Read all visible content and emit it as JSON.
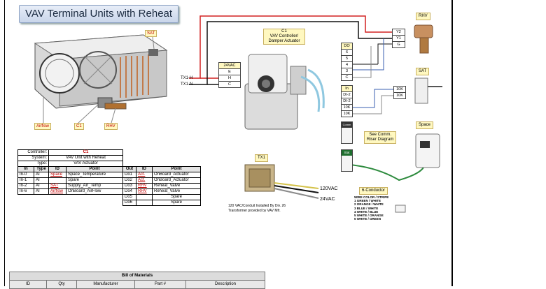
{
  "title": "VAV Terminal Units with Reheat",
  "unit_callouts": {
    "sat": "SAT",
    "airflow": "Airflow",
    "c1": "C1",
    "rhv": "RHV"
  },
  "controller_box": {
    "id": "C1",
    "desc1": "VAV Controller/",
    "desc2": "Damper Actuator"
  },
  "power_terminal": {
    "header": "24VAC",
    "terms": [
      "E",
      "H",
      "C"
    ]
  },
  "tx_labels": {
    "h": "TX1-H",
    "n": "TX1-N"
  },
  "do_terminal": {
    "header": "DO",
    "terms": [
      "6",
      "5",
      "4",
      "3",
      "C"
    ]
  },
  "ai_terminal": {
    "header": "In",
    "terms": [
      "DI-2",
      "DI-2",
      "10K",
      "10K"
    ]
  },
  "comm_terminal": {
    "header": "Comm",
    "note1": "See Comm.",
    "note2": "Riser Diagram"
  },
  "stat_terminal": {
    "header": "Stat"
  },
  "rhv_device": {
    "label": "RHV",
    "terms": [
      "Y2",
      "Y1",
      "G"
    ]
  },
  "sat_device": {
    "label": "SAT",
    "terms": [
      "10K",
      "10K"
    ]
  },
  "space_device": {
    "label": "Space"
  },
  "conductor_label": "6-Conductor",
  "wire_legend": [
    "WIRE COLOR / STRIPE",
    "1 GREEN / WHITE",
    "2 ORANGE / WHITE",
    "3 BLUE / WHITE",
    "4 WHITE / BLUE",
    "5 WHITE / ORANGE",
    "6 WHITE / GREEN"
  ],
  "transformer": {
    "label": "TX1",
    "v120": "120VAC",
    "v24": "24VAC",
    "note1": "120 VAC/Conduit Installed By Div. 26",
    "note2": "Transformer provided by VAV Mfr."
  },
  "points_table": {
    "controller_label": "Controller:",
    "controller": "C1",
    "system_label": "System:",
    "system": "VAV Unit with Reheat",
    "type_label": "Type:",
    "type": "VAV Actuator",
    "headers": [
      "In",
      "Type",
      "ID",
      "Point",
      "Out",
      "ID",
      "Point"
    ],
    "rows": [
      [
        "In-0",
        "AI",
        "Space",
        "Space_Temperature",
        "Do1",
        "Act.",
        "OnBoard_Actuator"
      ],
      [
        "In-1",
        "AI",
        "",
        "Spare",
        "Do2",
        "Act.",
        "OnBoard_Actuator"
      ],
      [
        "In-2",
        "AI",
        "SAT",
        "Supply_Air_Temp",
        "Do3",
        "RHV",
        "Reheat_Valve"
      ],
      [
        "In-6",
        "AI",
        "Airflow",
        "OnBoard_AirFlow",
        "Do4",
        "RHV",
        "Reheat_Valve"
      ],
      [
        "",
        "",
        "",
        "",
        "Do5",
        "",
        "Spare"
      ],
      [
        "",
        "",
        "",
        "",
        "Do6",
        "",
        "Spare"
      ]
    ]
  },
  "bom": {
    "title": "Bill of Materials",
    "headers": [
      "ID",
      "Qty",
      "Manufacturer",
      "Part #",
      "Description"
    ]
  },
  "colors": {
    "red_wire": "#d22020",
    "black_wire": "#111111",
    "blue_wire": "#3a5fb0",
    "green_wire": "#2e8b3e",
    "gray_wire": "#888888"
  }
}
